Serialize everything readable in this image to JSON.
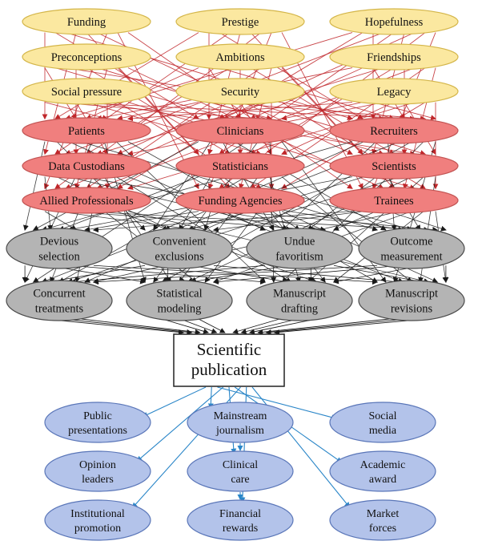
{
  "colors": {
    "yellow_fill": "#fbe8a0",
    "yellow_stroke": "#d4b64a",
    "red_fill": "#f07f7e",
    "red_stroke": "#c25453",
    "gray_fill": "#b4b4b4",
    "gray_stroke": "#4a4a4a",
    "blue_fill": "#b3c3ea",
    "blue_stroke": "#5a76b8",
    "red_edge": "#c0262a",
    "black_edge": "#1a1a1a",
    "blue_edge": "#2a86c8"
  },
  "motivations": [
    {
      "id": "funding",
      "lines": [
        "Funding"
      ]
    },
    {
      "id": "prestige",
      "lines": [
        "Prestige"
      ]
    },
    {
      "id": "hopefulness",
      "lines": [
        "Hopefulness"
      ]
    },
    {
      "id": "preconceptions",
      "lines": [
        "Preconceptions"
      ]
    },
    {
      "id": "ambitions",
      "lines": [
        "Ambitions"
      ]
    },
    {
      "id": "friendships",
      "lines": [
        "Friendships"
      ]
    },
    {
      "id": "social-pressure",
      "lines": [
        "Social pressure"
      ]
    },
    {
      "id": "security",
      "lines": [
        "Security"
      ]
    },
    {
      "id": "legacy",
      "lines": [
        "Legacy"
      ]
    }
  ],
  "stakeholders": [
    {
      "id": "patients",
      "lines": [
        "Patients"
      ]
    },
    {
      "id": "clinicians",
      "lines": [
        "Clinicians"
      ]
    },
    {
      "id": "recruiters",
      "lines": [
        "Recruiters"
      ]
    },
    {
      "id": "data-custodians",
      "lines": [
        "Data Custodians"
      ]
    },
    {
      "id": "statisticians",
      "lines": [
        "Statisticians"
      ]
    },
    {
      "id": "scientists",
      "lines": [
        "Scientists"
      ]
    },
    {
      "id": "allied-professionals",
      "lines": [
        "Allied Professionals"
      ]
    },
    {
      "id": "funding-agencies",
      "lines": [
        "Funding Agencies"
      ]
    },
    {
      "id": "trainees",
      "lines": [
        "Trainees"
      ]
    }
  ],
  "practices": [
    {
      "id": "devious-selection",
      "lines": [
        "Devious",
        "selection"
      ]
    },
    {
      "id": "convenient-exclusions",
      "lines": [
        "Convenient",
        "exclusions"
      ]
    },
    {
      "id": "undue-favoritism",
      "lines": [
        "Undue",
        "favoritism"
      ]
    },
    {
      "id": "outcome-measurement",
      "lines": [
        "Outcome",
        "measurement"
      ]
    },
    {
      "id": "concurrent-treatments",
      "lines": [
        "Concurrent",
        "treatments"
      ]
    },
    {
      "id": "statistical-modeling",
      "lines": [
        "Statistical",
        "modeling"
      ]
    },
    {
      "id": "manuscript-drafting",
      "lines": [
        "Manuscript",
        "drafting"
      ]
    },
    {
      "id": "manuscript-revisions",
      "lines": [
        "Manuscript",
        "revisions"
      ]
    }
  ],
  "publication": {
    "lines": [
      "Scientific",
      "publication"
    ]
  },
  "outcomes": [
    {
      "id": "public-presentations",
      "lines": [
        "Public",
        "presentations"
      ]
    },
    {
      "id": "mainstream-journalism",
      "lines": [
        "Mainstream",
        "journalism"
      ]
    },
    {
      "id": "social-media",
      "lines": [
        "Social",
        "media"
      ]
    },
    {
      "id": "opinion-leaders",
      "lines": [
        "Opinion",
        "leaders"
      ]
    },
    {
      "id": "clinical-care",
      "lines": [
        "Clinical",
        "care"
      ]
    },
    {
      "id": "academic-award",
      "lines": [
        "Academic",
        "award"
      ]
    },
    {
      "id": "institutional-promotion",
      "lines": [
        "Institutional",
        "promotion"
      ]
    },
    {
      "id": "financial-rewards",
      "lines": [
        "Financial",
        "rewards"
      ]
    },
    {
      "id": "market-forces",
      "lines": [
        "Market",
        "forces"
      ]
    }
  ]
}
